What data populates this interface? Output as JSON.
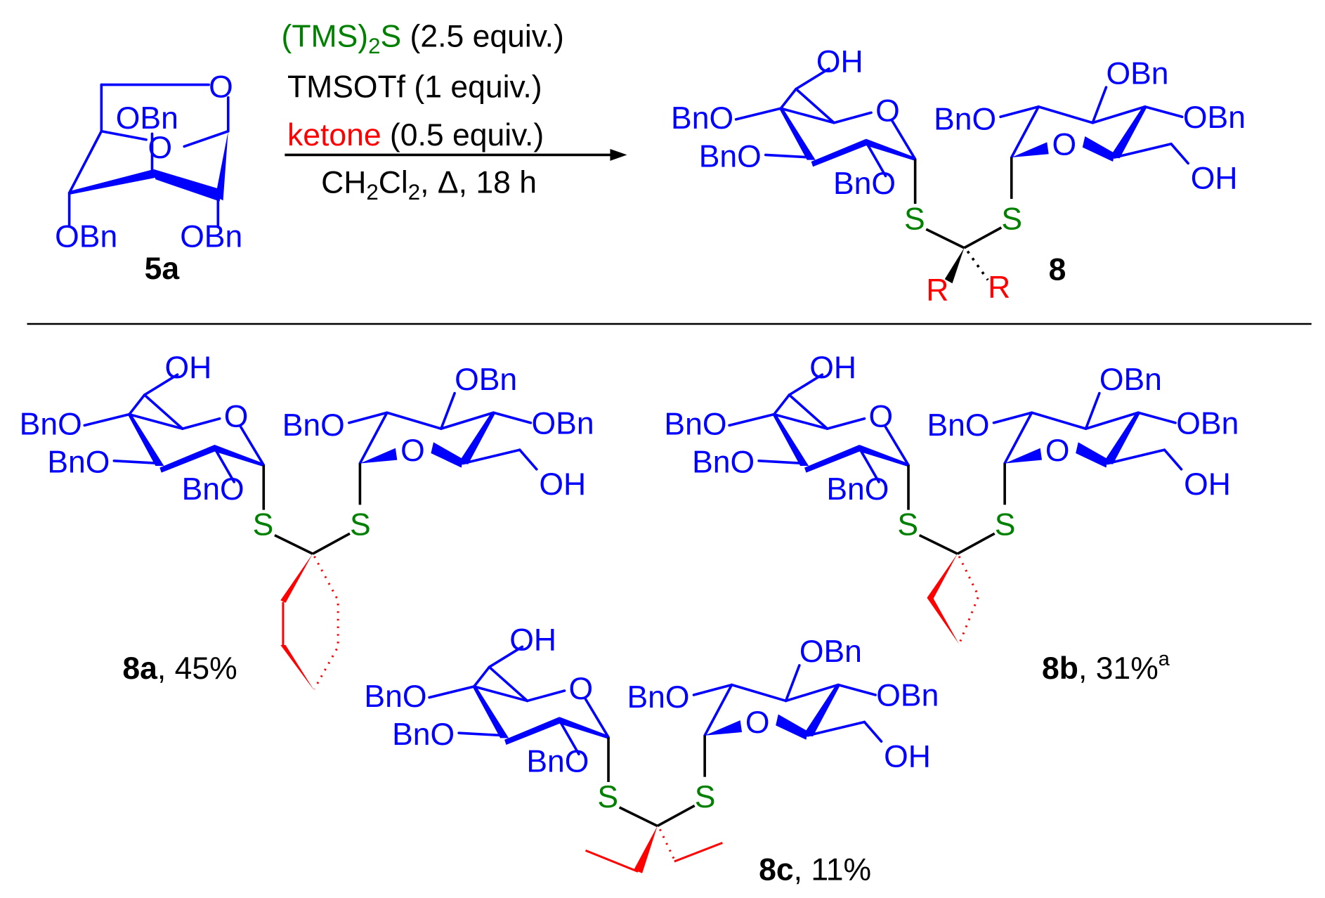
{
  "reactant": {
    "atom_labels": {
      "ring_o": "O",
      "bridge_o": "O",
      "obn_top": "OBn",
      "obn_left": "OBn",
      "obn_right": "OBn"
    },
    "compound_id": "5a"
  },
  "conditions": {
    "line1": {
      "reagent": "(TMS)",
      "sub": "2",
      "reagent_tail": "S",
      "amount": " (2.5 equiv.)"
    },
    "line2": {
      "text": "TMSOTf (1 equiv.)"
    },
    "line3": {
      "reagent": "ketone",
      "amount": " (0.5 equiv.)"
    },
    "line4": {
      "pre": "CH",
      "sub1": "2",
      "mid": "Cl",
      "sub2": "2",
      "post": ", Δ, 18 h"
    }
  },
  "product_general": {
    "compound_id": "8",
    "substituent": "R"
  },
  "atoms": {
    "oh": "OH",
    "bno": "BnO",
    "obn": "OBn",
    "o": "O",
    "s": "S"
  },
  "products": [
    {
      "compound_id": "8a",
      "yield": ", 45%",
      "footnote": ""
    },
    {
      "compound_id": "8b",
      "yield": ", 31%",
      "footnote": "a"
    },
    {
      "compound_id": "8c",
      "yield": ", 11%",
      "footnote": ""
    }
  ],
  "colors": {
    "sugar": "#0000ff",
    "sulfur": "#008000",
    "ketone": "#ff0000",
    "text": "#000000"
  }
}
